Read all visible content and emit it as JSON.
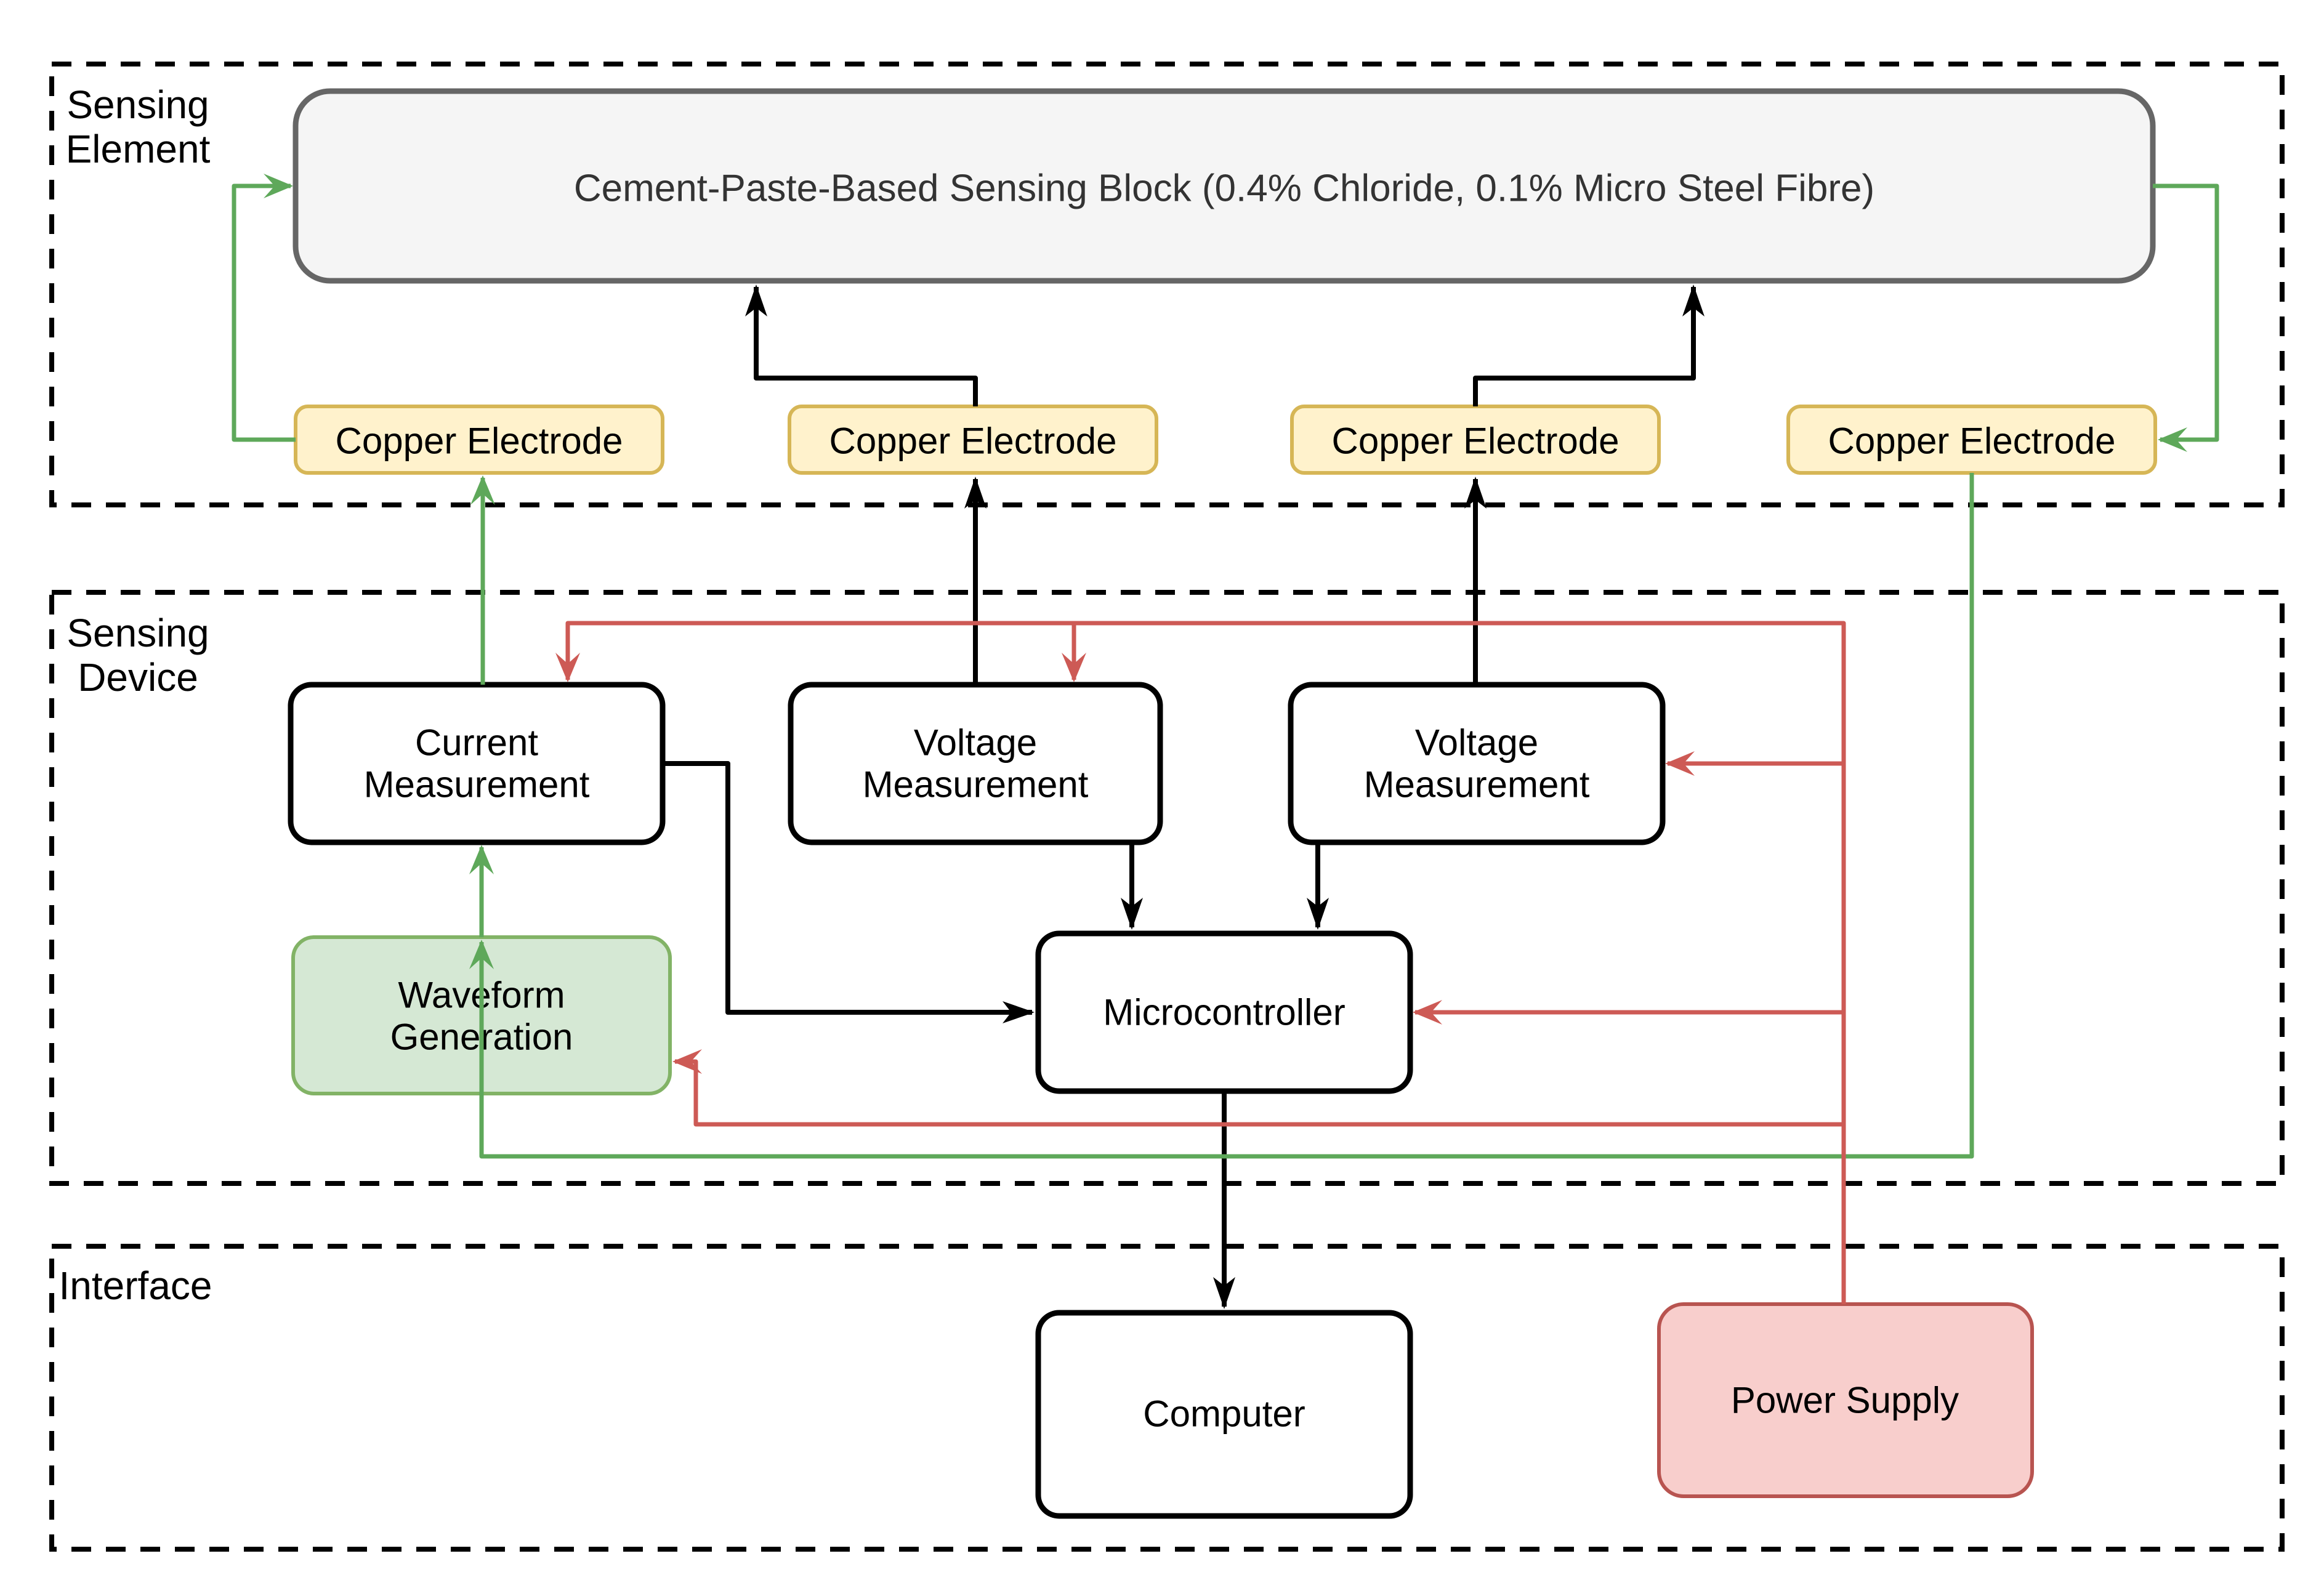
{
  "colors": {
    "black": "#000000",
    "green": "#5EA85A",
    "red": "#CD5A55",
    "gray_border": "#666666",
    "gray_fill": "#F5F5F5",
    "gray_text": "#333333",
    "yellow_fill": "#FFF2CC",
    "yellow_border": "#D6B656",
    "green_fill": "#D5E8D4",
    "green_border": "#82B366",
    "red_fill": "#F8CECC",
    "red_border": "#B85450",
    "white_fill": "#FFFFFF"
  },
  "sections": {
    "sensing_element": {
      "line1": "Sensing",
      "line2": "Element"
    },
    "sensing_device": {
      "line1": "Sensing",
      "line2": "Device"
    },
    "interface": {
      "label": "Interface"
    }
  },
  "nodes": {
    "sensing_block": {
      "label": "Cement-Paste-Based Sensing Block (0.4% Chloride, 0.1% Micro Steel Fibre)"
    },
    "electrode1": {
      "label": "Copper Electrode"
    },
    "electrode2": {
      "label": "Copper Electrode"
    },
    "electrode3": {
      "label": "Copper Electrode"
    },
    "electrode4": {
      "label": "Copper Electrode"
    },
    "current_measurement": {
      "line1": "Current",
      "line2": "Measurement"
    },
    "voltage_measurement_left": {
      "line1": "Voltage",
      "line2": "Measurement"
    },
    "voltage_measurement_right": {
      "line1": "Voltage",
      "line2": "Measurement"
    },
    "waveform_generation": {
      "line1": "Waveform",
      "line2": "Generation"
    },
    "microcontroller": {
      "label": "Microcontroller"
    },
    "computer": {
      "label": "Computer"
    },
    "power_supply": {
      "label": "Power Supply"
    }
  }
}
